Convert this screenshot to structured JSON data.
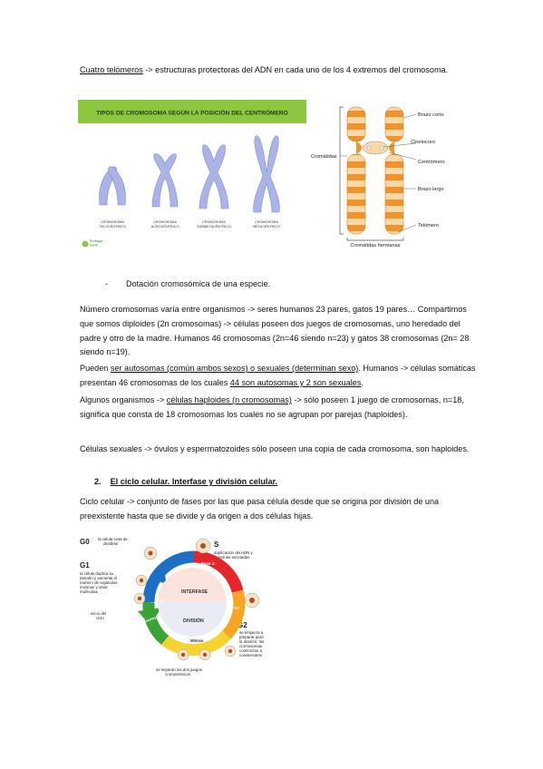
{
  "telomeros": {
    "label": "Cuatro telómeros",
    "rest": " -> estructuras protectoras del ADN en cada uno de los 4 extremos del cromosoma."
  },
  "fig_types": {
    "banner": "TIPOS DE CROMOSOMA SEGÚN LA POSICIÓN DEL CENTRÓMERO",
    "labels": [
      {
        "l1": "CROMOSOMA",
        "l2": "TELOCÉNTRICO"
      },
      {
        "l1": "CROMOSOMA",
        "l2": "ACROCÉNTRICO"
      },
      {
        "l1": "CROMOSOMA",
        "l2": "SUBMETACÉNTRICO"
      },
      {
        "l1": "CROMOSOMA",
        "l2": "METACÉNTRICO"
      }
    ],
    "logo_l1": "Ecología",
    "logo_l2": "Verde",
    "colors": {
      "banner": "#8dc63f",
      "chromosome": "#a9b3e6",
      "chromosome_dark": "#7f8cd0"
    }
  },
  "fig_anatomy": {
    "labels": {
      "brazo_corto": "Brazo corto",
      "cinetocoro": "Cinetocoro",
      "cromatidas": "Cromátidas",
      "centromero": "Centrómero",
      "brazo_largo": "Brazo largo",
      "telomero": "Telómero",
      "hermanas": "Cromátidas hermanas"
    },
    "colors": {
      "orange": "#f0932b",
      "light": "#f9d9a8"
    }
  },
  "bullet": {
    "dash": "-",
    "text": "Dotación cromosómica de una especie."
  },
  "para_numero": "Número cromosomas varía entre organismos -> seres humanos 23 pares, gatos 19 pares… Compartimos que somos diploides (2n cromosomas) -> células poseen dos juegos de cromosomas, uno heredado del padre y otro de la madre. Humanos 46 cromosomas (2n=46 siendo n=23) y gatos 38 cromosomas (2n= 28 siendo n=19).",
  "para_autosomas": {
    "a": "Pueden ",
    "u1": "ser autosomas (común ambos sexos) o sexuales (determinan sexo)",
    "b": ". Humanos -> células somáticas presentan 46 cromosomas de los cuales ",
    "u2": "44 son autosomas y 2 son sexuales",
    "c": "."
  },
  "para_haploides": {
    "a": "Algunos organismos -> ",
    "u1": "células haploides (n cromosomas)",
    "b": " -> sólo poseen 1 juego de cromosomas, n=18, significa que consta de 18 cromosomas los cuales no se agrupan por parejas (haploides)."
  },
  "para_sexuales": "Células sexuales -> óvulos y espermatozoides sólo poseen una copia de cada cromosoma, son haploides.",
  "heading": {
    "num": "2.",
    "text": "El ciclo celular. Interfase y división celular."
  },
  "para_ciclo": "Ciclo celular -> conjunto de fases por las que pasa célula desde que se origina por división de una preexistente hasta que se divide y da origen a dos células hijas.",
  "fig_cycle": {
    "g0_title": "G0",
    "g0_l1": "la célula cesa de",
    "g0_l2": "dividirse",
    "g1_title": "G1",
    "g1_lines": [
      "la célula duplica su",
      "tamaño y aumenta el",
      "número de orgánulos",
      "enzimas y otras",
      "moléculas"
    ],
    "inicio_l1": "inicio del",
    "inicio_l2": "ciclo",
    "s_title": "S",
    "s_l1": "duplicación del ADN y",
    "s_l2": "proteínas asociadas",
    "fase_s": "Fase S",
    "interfase": "INTERFASE",
    "division": "DIVISIÓN",
    "g1_arc": "G1",
    "g2_arc": "G2",
    "mitosis": "Mitosis",
    "citocinesis": "Citocinesis",
    "g2_title": "G2",
    "g2_lines": [
      "se empieza a",
      "preparar para",
      "la división, los",
      "cromosomas",
      "comienzan a",
      "condensarse"
    ],
    "sep_l1": "se separan los dos juegos",
    "sep_l2": "cromosómicos",
    "colors": {
      "red": "#e4262a",
      "orange": "#f6a623",
      "yellow": "#f5d431",
      "green": "#3aa335",
      "blue": "#1d6fc6",
      "cell": "#f6e3c3",
      "nucleus": "#a8502f"
    }
  }
}
